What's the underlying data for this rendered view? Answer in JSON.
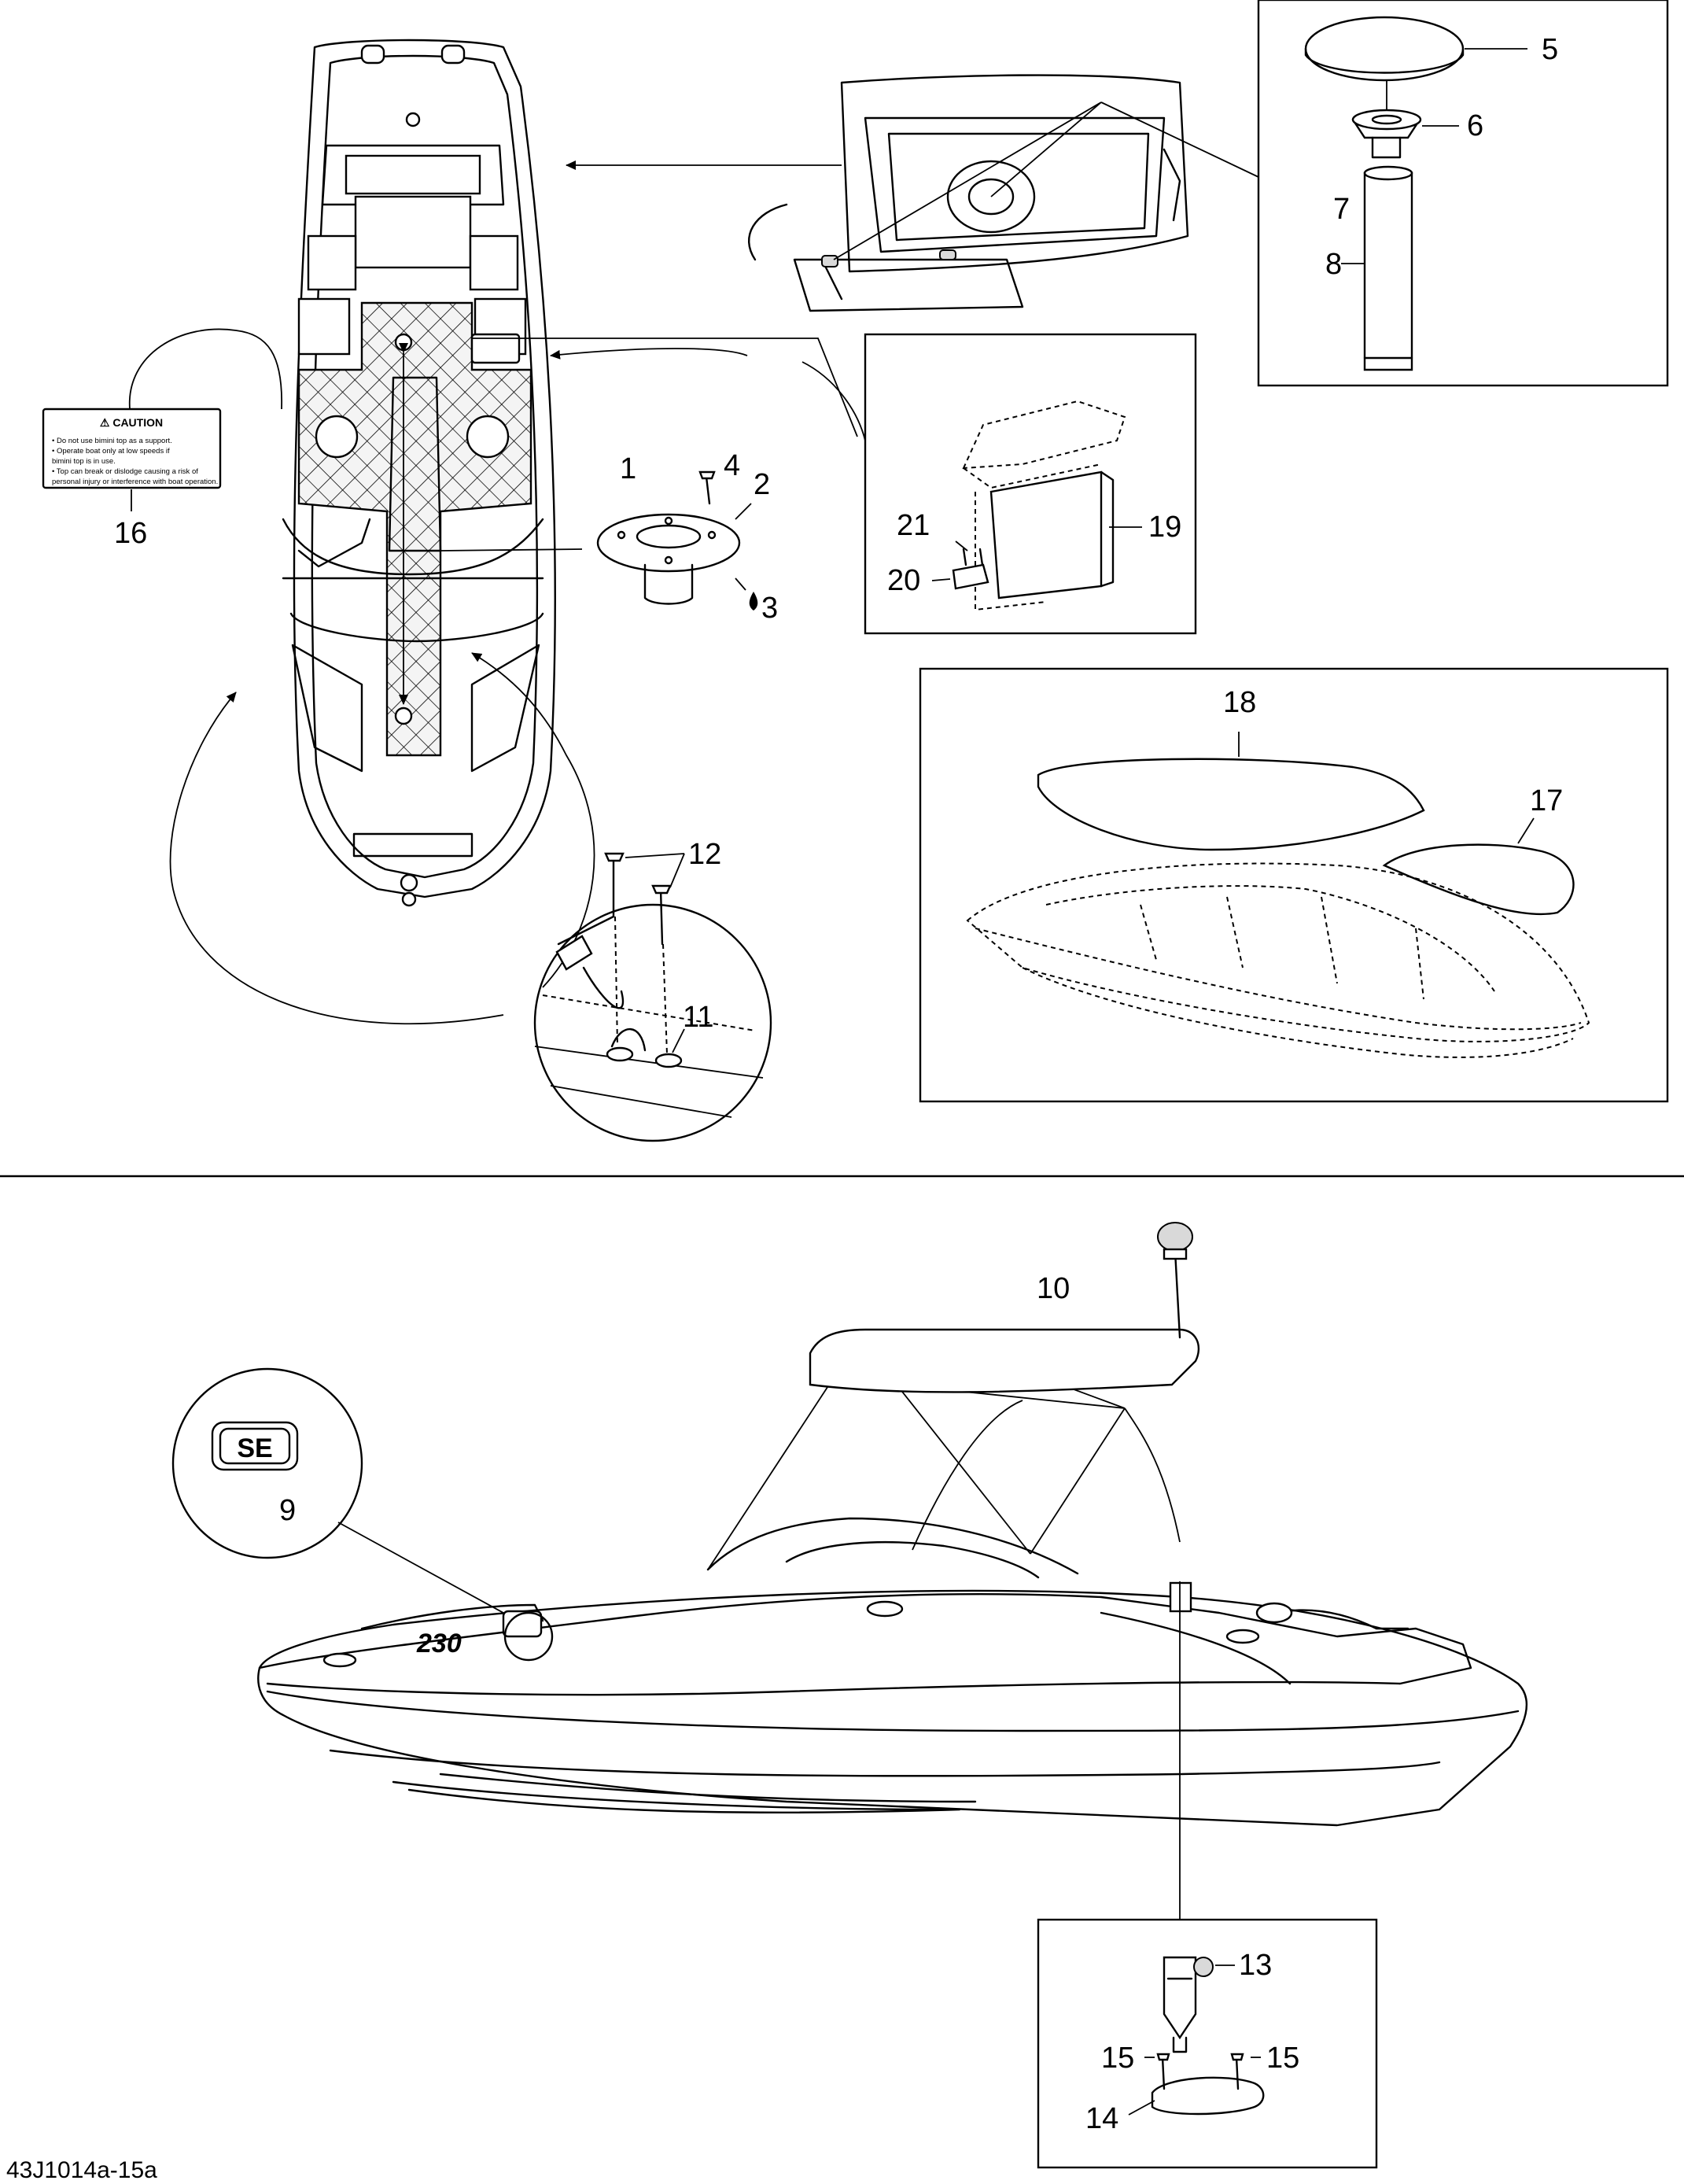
{
  "callouts": [
    "1",
    "2",
    "3",
    "4",
    "5",
    "6",
    "7",
    "8",
    "9",
    "10",
    "11",
    "12",
    "13",
    "14",
    "15",
    "16",
    "17",
    "18",
    "19",
    "20",
    "21"
  ],
  "drawing_code": "43J1014a-15a",
  "caution_label": {
    "title": "⚠ CAUTION",
    "lines": [
      "• Do not use bimini top as a support.",
      "• Operate boat only at low speeds if",
      "  bimini top is in use.",
      "• Top can break or dislodge causing a risk of",
      "  personal injury or interference with boat operation."
    ]
  },
  "hull_graphic_text": "230",
  "badge_text": "SE"
}
